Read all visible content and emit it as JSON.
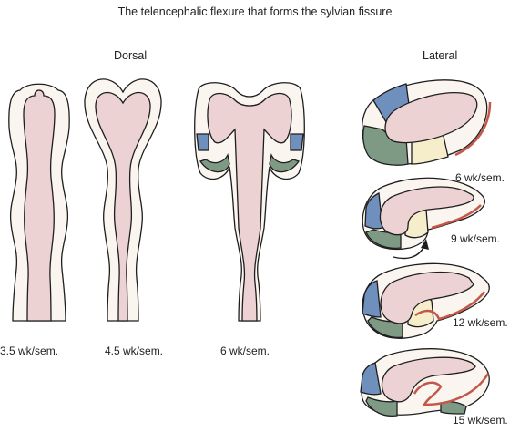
{
  "title": "The telencephalic flexure that forms the sylvian fissure",
  "views": {
    "dorsal": "Dorsal",
    "lateral": "Lateral"
  },
  "dorsal_stages": [
    {
      "label": "3.5 wk/sem."
    },
    {
      "label": "4.5 wk/sem."
    },
    {
      "label": "6 wk/sem."
    }
  ],
  "lateral_stages": [
    {
      "label": "6 wk/sem."
    },
    {
      "label": "9 wk/sem."
    },
    {
      "label": "12 wk/sem."
    },
    {
      "label": "15 wk/sem."
    }
  ],
  "colors": {
    "outer_tissue": "#fbf5f0",
    "lumen": "#ecd2d2",
    "blue_region": "#6f8fbd",
    "green_region": "#7e9a84",
    "yellow_region": "#f6eecb",
    "cortex_red": "#c2574a",
    "outline": "#1e1e1e"
  }
}
